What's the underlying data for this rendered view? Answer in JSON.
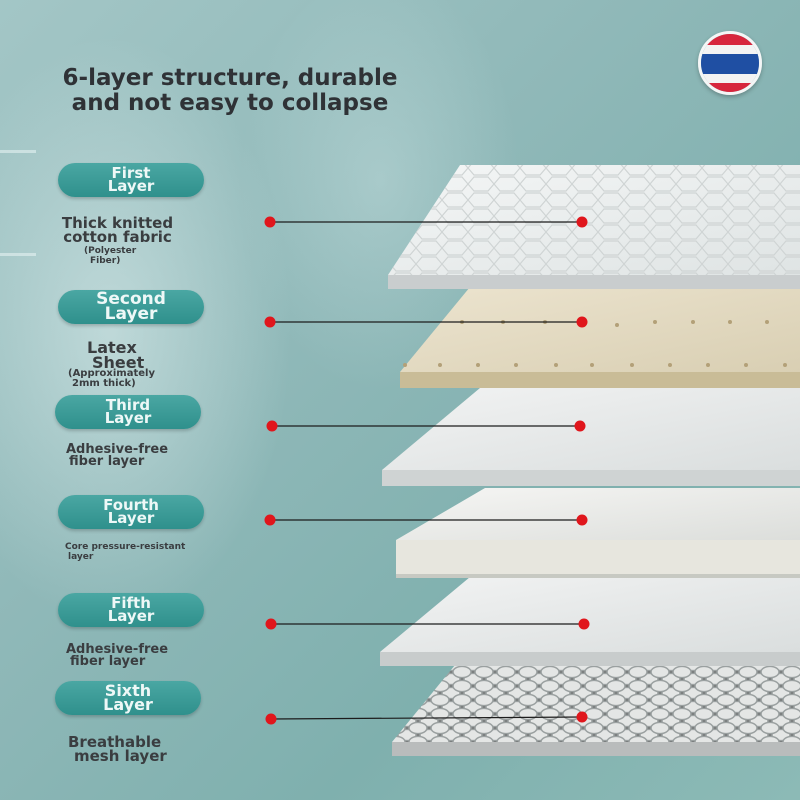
{
  "title": [
    "6-layer structure, durable",
    "and not easy to collapse"
  ],
  "flag": {
    "name": "thailand-flag-icon",
    "stripes": [
      "#d7263d",
      "#f3f3f3",
      "#1f4fa3",
      "#f3f3f3",
      "#d7263d"
    ]
  },
  "layers": [
    {
      "name": "first",
      "label": [
        "First",
        "Layer"
      ],
      "desc": [
        "Thick knitted",
        "cotton fabric"
      ],
      "note": [
        "(Polyester",
        "Fiber)"
      ]
    },
    {
      "name": "second",
      "label": [
        "Second",
        "Layer"
      ],
      "desc": [
        "Latex",
        "Sheet"
      ],
      "note": [
        "(Approximately",
        "2mm thick)"
      ]
    },
    {
      "name": "third",
      "label": [
        "Third",
        "Layer"
      ],
      "desc": [
        "Adhesive-free",
        "fiber layer"
      ],
      "note": []
    },
    {
      "name": "fourth",
      "label": [
        "Fourth",
        "Layer"
      ],
      "desc": [
        "Core pressure-resistant",
        "layer"
      ],
      "note": []
    },
    {
      "name": "fifth",
      "label": [
        "Fifth",
        "Layer"
      ],
      "desc": [
        "Adhesive-free",
        "fiber layer"
      ],
      "note": []
    },
    {
      "name": "sixth",
      "label": [
        "Sixth",
        "Layer"
      ],
      "desc": [
        "Breathable",
        "mesh layer"
      ],
      "note": []
    }
  ],
  "colors": {
    "pill": "#3a9d99",
    "marker": "#e0161c",
    "connector": "#1c1c1c",
    "text": "#3a3d40"
  }
}
